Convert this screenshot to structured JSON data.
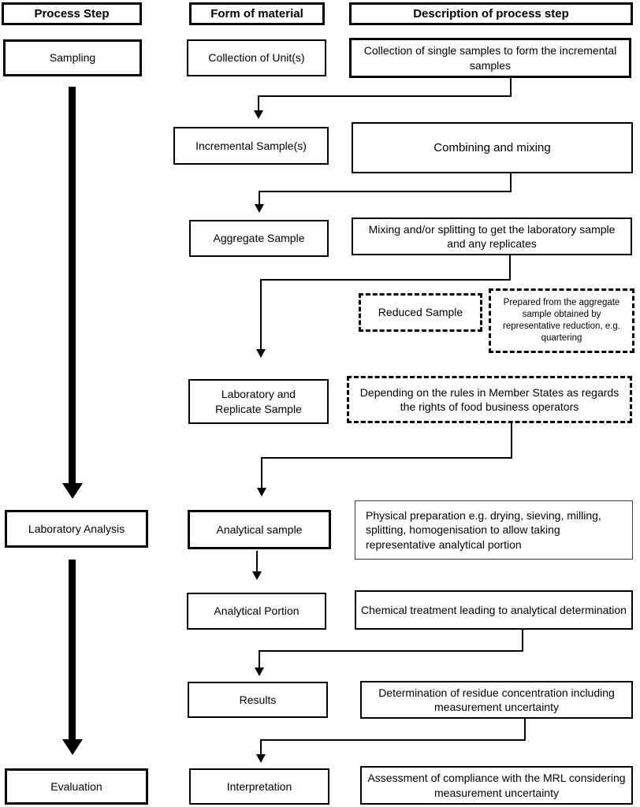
{
  "headers": {
    "process_step": "Process Step",
    "form_of_material": "Form of material",
    "description": "Description of process step"
  },
  "process_steps": [
    {
      "label": "Sampling"
    },
    {
      "label": "Laboratory Analysis"
    },
    {
      "label": "Evaluation"
    }
  ],
  "forms": [
    {
      "label": "Collection of Unit(s)"
    },
    {
      "label": "Incremental Sample(s)"
    },
    {
      "label": "Aggregate Sample"
    },
    {
      "label": "Reduced Sample"
    },
    {
      "label": "Laboratory and\nReplicate Sample"
    },
    {
      "label": "Analytical sample"
    },
    {
      "label": "Analytical Portion"
    },
    {
      "label": "Results"
    },
    {
      "label": "Interpretation"
    }
  ],
  "descriptions": [
    {
      "label": "Collection of single samples to form the incremental samples"
    },
    {
      "label": "Combining and mixing"
    },
    {
      "label": "Mixing and/or splitting to get the laboratory sample and any replicates"
    },
    {
      "label": "Prepared from the aggregate sample obtained by representative reduction, e.g. quartering"
    },
    {
      "label": "Depending on the rules in Member States as regards the rights of food business operators"
    },
    {
      "label": "Physical preparation e.g. drying, sieving, milling, splitting, homogenisation to allow taking representative analytical portion"
    },
    {
      "label": "Chemical treatment leading to analytical determination"
    },
    {
      "label": "Determination of residue concentration including measurement uncertainty"
    },
    {
      "label": "Assessment of compliance with the MRL considering measurement uncertainty"
    }
  ],
  "colors": {
    "stroke": "#000000",
    "background": "#ffffff",
    "thin_stroke": "#3a3a3a"
  }
}
